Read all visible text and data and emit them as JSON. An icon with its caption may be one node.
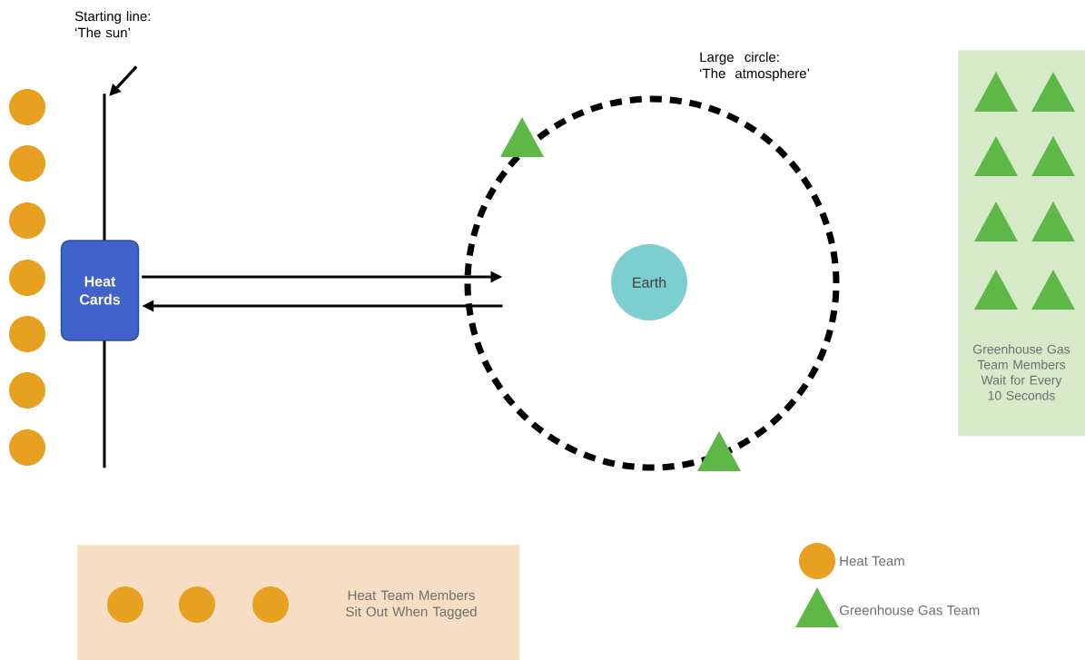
{
  "diagram": {
    "nodes": [
      {
        "text": [
          "Starting line: ‘The sun’"
        ]
      },
      {
        "text": [],
        "shape": "line"
      },
      {
        "text": [
          "Heat Cards"
        ]
      },
      {
        "text": [
          "Large circle: ‘The atmosphere’"
        ]
      },
      {
        "text": [
          "Earth"
        ],
        "in": 3
      },
      {
        "text": [
          "Greenhouse Gas Team Members Wait for Every 10 Seconds"
        ]
      },
      {
        "text": [
          "Heat Team Members Sit Out When Tagged"
        ]
      }
    ],
    "edges": [
      {
        "from": 0,
        "to": 1,
        "arrow": "to"
      },
      {
        "from": 2,
        "to": 3,
        "arrow": "to"
      },
      {
        "from": 3,
        "to": 2,
        "arrow": "to"
      }
    ],
    "legend": [
      {
        "text": "Heat Team"
      },
      {
        "text": "Greenhouse Gas Team"
      }
    ]
  }
}
